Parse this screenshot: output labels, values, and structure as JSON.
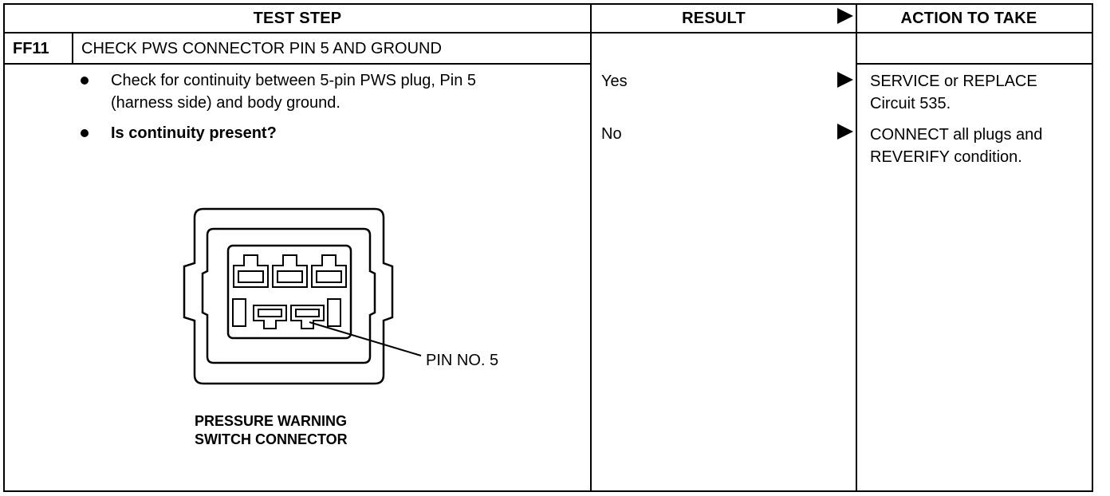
{
  "header": {
    "test_step": "TEST STEP",
    "result": "RESULT",
    "action": "ACTION TO TAKE"
  },
  "step": {
    "id": "FF11",
    "title": "CHECK PWS CONNECTOR PIN 5 AND GROUND",
    "bullet_1_line_1": "Check for continuity between 5-pin PWS plug, Pin 5",
    "bullet_1_line_2": "(harness side) and body ground.",
    "bullet_2": "Is continuity present?"
  },
  "results": {
    "yes": "Yes",
    "no": "No"
  },
  "actions": {
    "yes_line_1": "SERVICE or REPLACE",
    "yes_line_2": "Circuit 535.",
    "no_line_1": "CONNECT all plugs and",
    "no_line_2": "REVERIFY condition."
  },
  "figure": {
    "pin_label": "PIN NO. 5",
    "caption_line_1": "PRESSURE WARNING",
    "caption_line_2": "SWITCH CONNECTOR"
  }
}
